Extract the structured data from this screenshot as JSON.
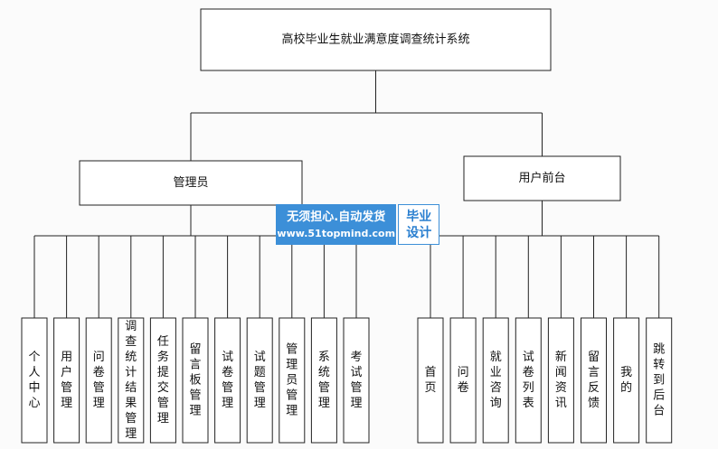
{
  "root": {
    "label": "高校毕业生就业满意度调查统计系统"
  },
  "branches": [
    {
      "label": "管理员",
      "children": [
        "个人中心",
        "用户管理",
        "问卷管理",
        "调查统计结果管理",
        "任务提交管理",
        "留言板管理",
        "试卷管理",
        "试题管理",
        "管理员管理",
        "系统管理",
        "考试管理"
      ]
    },
    {
      "label": "用户前台",
      "children": [
        "首页",
        "问卷",
        "就业咨询",
        "试卷列表",
        "新闻资讯",
        "留言反馈",
        "我的",
        "跳转到后台"
      ]
    }
  ],
  "watermark": {
    "line1": "无须担心.自动发货",
    "line2": "www.51topmind.com",
    "badge_line1": "毕业",
    "badge_line2": "设计"
  }
}
